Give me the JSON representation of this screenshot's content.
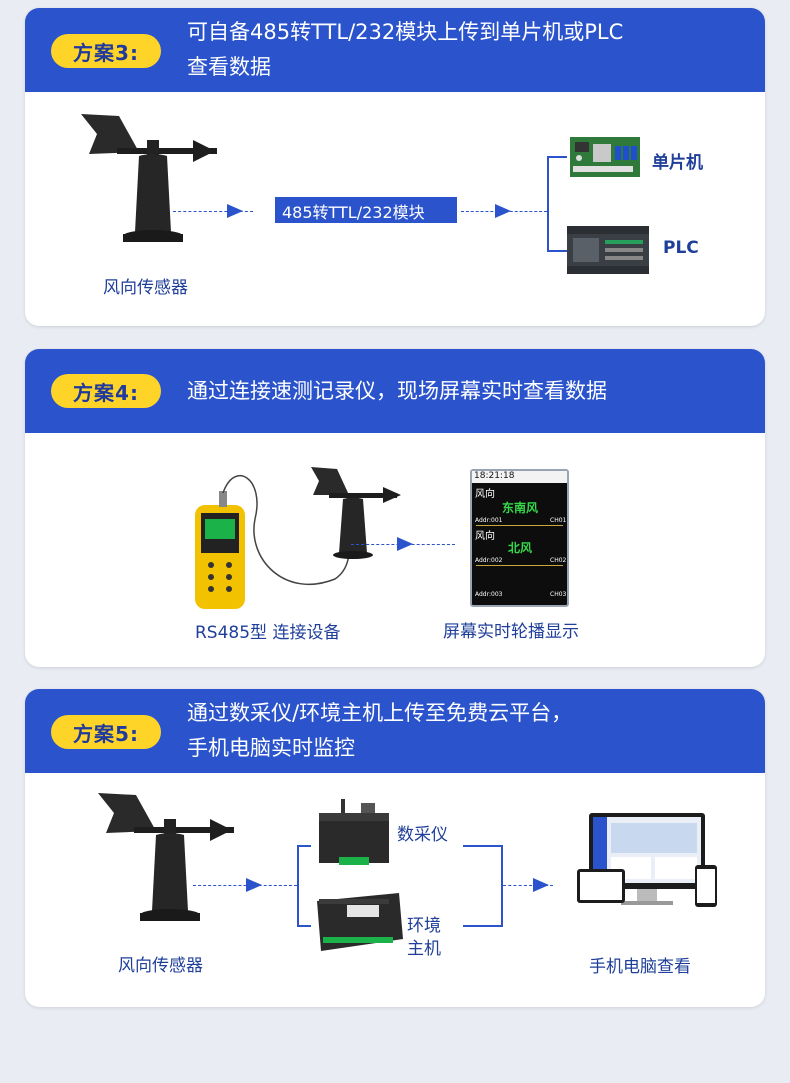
{
  "scheme3": {
    "badge": "方案3:",
    "title_line1": "可自备485转TTL/232模块上传到单片机或PLC",
    "title_line2": "查看数据",
    "sensor_label": "风向传感器",
    "module_label": "485转TTL/232模块",
    "mcu_label": "单片机",
    "plc_label": "PLC"
  },
  "scheme4": {
    "badge": "方案4:",
    "title": "通过连接速测记录仪，现场屏幕实时查看数据",
    "device_label": "RS485型 连接设备",
    "screen_label": "屏幕实时轮播显示",
    "screen": {
      "time": "18:21:18",
      "row1_title": "风向",
      "row1_value": "东南风",
      "row1_addr": "Addr:001",
      "row1_ch": "CH01",
      "row2_title": "风向",
      "row2_value": "北风",
      "row2_addr": "Addr:002",
      "row2_ch": "CH02",
      "row3_addr": "Addr:003",
      "row3_ch": "CH03"
    }
  },
  "scheme5": {
    "badge": "方案5:",
    "title_line1": "通过数采仪/环境主机上传至免费云平台，",
    "title_line2": "手机电脑实时监控",
    "sensor_label": "风向传感器",
    "collector_label": "数采仪",
    "host_label_1": "环境",
    "host_label_2": "主机",
    "view_label": "手机电脑查看"
  },
  "colors": {
    "header_blue": "#2b54cc",
    "badge_yellow": "#ffd429",
    "label_blue": "#1f3f9a",
    "screen_green": "#35d84a"
  }
}
